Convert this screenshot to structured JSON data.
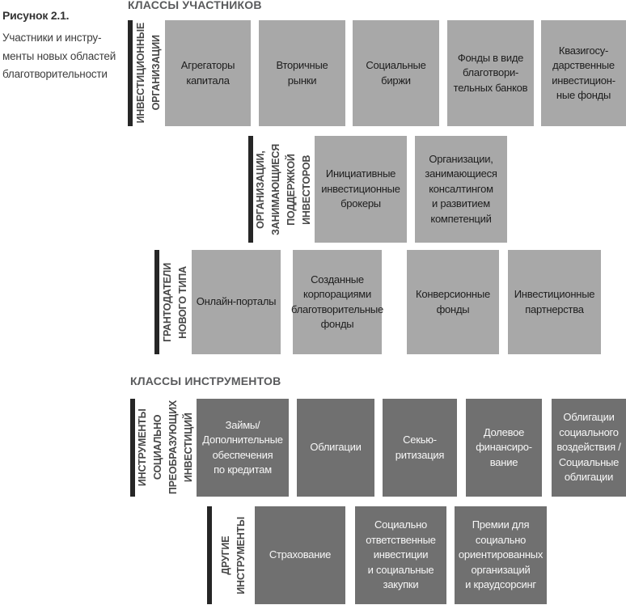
{
  "caption": {
    "label": "Рисунок 2.1.",
    "text": "Участники и инстру-\nменты новых областей\nблаготворительности"
  },
  "sections": {
    "participants": {
      "heading": "КЛАССЫ УЧАСТНИКОВ"
    },
    "instruments": {
      "heading": "КЛАССЫ ИНСТРУМЕНТОВ"
    }
  },
  "rows": [
    {
      "label": "ИНВЕСТИЦИОННЫЕ\nОРГАНИЗАЦИИ",
      "boxes": [
        "Агрегаторы\nкапитала",
        "Вторичные\nрынки",
        "Социальные\nбиржи",
        "Фонды в виде\nблаготвори-\nтельных банков",
        "Квазигосу-\nдарственные\nинвестицион-\nные фонды"
      ]
    },
    {
      "label": "ОРГАНИЗАЦИИ,\nЗАНИМАЮЩИЕСЯ\nПОДДЕРЖКОЙ\nИНВЕСТОРОВ",
      "boxes": [
        "Инициативные\nинвестиционные\nброкеры",
        "Организации,\nзанимающиеся\nконсалтингом\nи развитием\nкомпетенций"
      ]
    },
    {
      "label": "ГРАНТОДАТЕЛИ\nНОВОГО ТИПА",
      "boxes": [
        "Онлайн-порталы",
        "Созданные\nкорпорациями\nблаготворительные\nфонды",
        "Конверсионные\nфонды",
        "Инвестиционные\nпартнерства"
      ]
    },
    {
      "label": "ИНСТРУМЕНТЫ\nСОЦИАЛЬНО\nПРЕОБРАЗУЮЩИХ\nИНВЕСТИЦИЙ",
      "boxes": [
        "Займы/\nДополнительные\nобеспечения\nпо кредитам",
        "Облигации",
        "Секью-\nритизация",
        "Долевое\nфинансиро-\nвание",
        "Облигации\nсоциального\nвоздействия /\nСоциальные\nоблигации"
      ]
    },
    {
      "label": "ДРУГИЕ\nИНСТРУМЕНТЫ",
      "boxes": [
        "Страхование",
        "Социально\nответственные\nинвестиции\nи социальные\nзакупки",
        "Премии для\nсоциально\nориентированных\nорганизаций\nи краудсорсинг"
      ]
    }
  ],
  "colors": {
    "light_box": "#a8a8a8",
    "dark_box": "#707070",
    "accent_bar": "#262626"
  }
}
